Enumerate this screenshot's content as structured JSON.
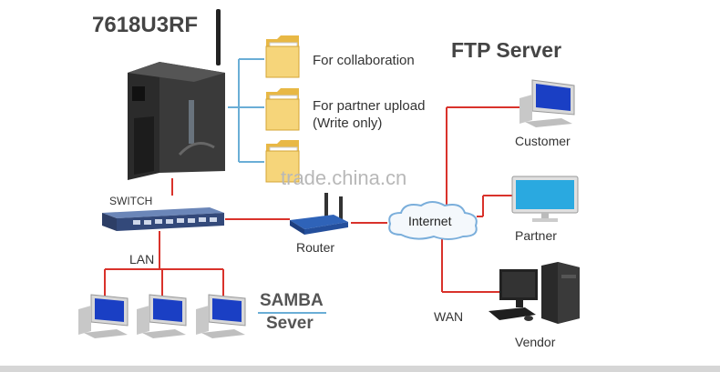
{
  "nas": {
    "model": "7618U3RF"
  },
  "folders": [
    {
      "label": "For collaboration"
    },
    {
      "label_line1": "For partner upload",
      "label_line2": "(Write only)"
    },
    {
      "label": ""
    }
  ],
  "ftp": {
    "title": "FTP Server"
  },
  "nodes": {
    "switch": "SWITCH",
    "lan": "LAN",
    "router": "Router",
    "internet": "Internet",
    "wan": "WAN",
    "customer": "Customer",
    "partner": "Partner",
    "vendor": "Vendor"
  },
  "samba": {
    "line1": "SAMBA",
    "line2": "Sever"
  },
  "watermark": "trade.china.cn",
  "colors": {
    "wire_red": "#d9322b",
    "wire_blue": "#6aaed6",
    "folder": "#f0c95a"
  }
}
